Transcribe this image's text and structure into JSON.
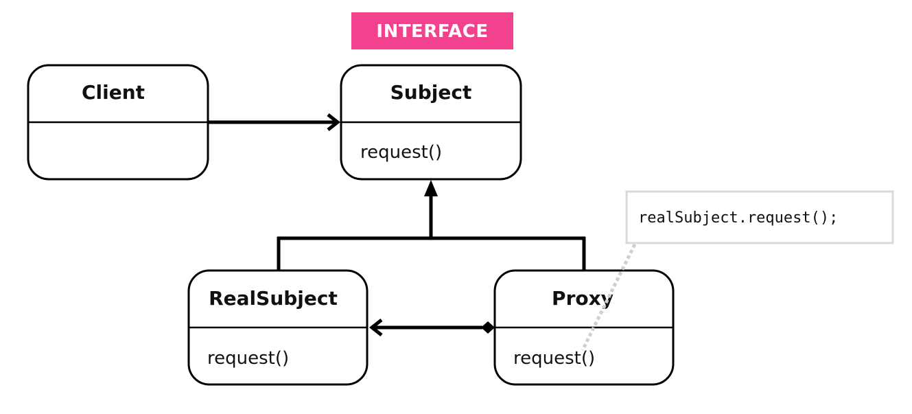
{
  "stereotype": {
    "label": "INTERFACE",
    "color": "#f2428d"
  },
  "classes": {
    "client": {
      "name": "Client",
      "methods": []
    },
    "subject": {
      "name": "Subject",
      "methods": [
        "request()"
      ]
    },
    "real_subject": {
      "name": "RealSubject",
      "methods": [
        "request()"
      ]
    },
    "proxy": {
      "name": "Proxy",
      "methods": [
        "request()"
      ]
    }
  },
  "note": {
    "code": "realSubject.request();"
  },
  "relationships": [
    {
      "type": "association",
      "from": "Client",
      "to": "Subject"
    },
    {
      "type": "realization",
      "from": "RealSubject",
      "to": "Subject"
    },
    {
      "type": "realization",
      "from": "Proxy",
      "to": "Subject"
    },
    {
      "type": "composition",
      "from": "Proxy",
      "to": "RealSubject"
    },
    {
      "type": "note-anchor",
      "from": "note",
      "to": "Proxy.request()"
    }
  ]
}
